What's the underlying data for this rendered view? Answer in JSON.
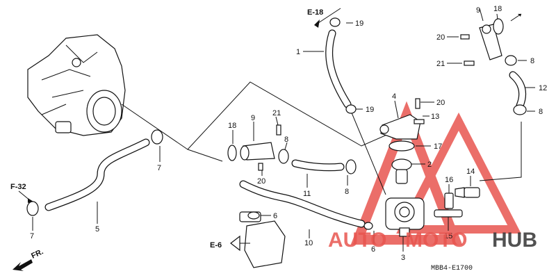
{
  "diagram": {
    "refs": {
      "e18": "E-18",
      "f32": "F-32",
      "e6": "E-6",
      "fr": "FR."
    },
    "code": "MBB4-E1700",
    "watermark": {
      "part1": "AUTO",
      "part2": "MOTO",
      "part3": "HUB",
      "color_red": "#e8554f",
      "color_dark": "#333333"
    },
    "callouts": [
      "1",
      "2",
      "3",
      "4",
      "5",
      "6",
      "6",
      "7",
      "7",
      "8",
      "8",
      "8",
      "8",
      "9",
      "9",
      "10",
      "11",
      "12",
      "13",
      "14",
      "15",
      "16",
      "17",
      "18",
      "18",
      "19",
      "19",
      "20",
      "20",
      "20",
      "21",
      "21"
    ]
  }
}
